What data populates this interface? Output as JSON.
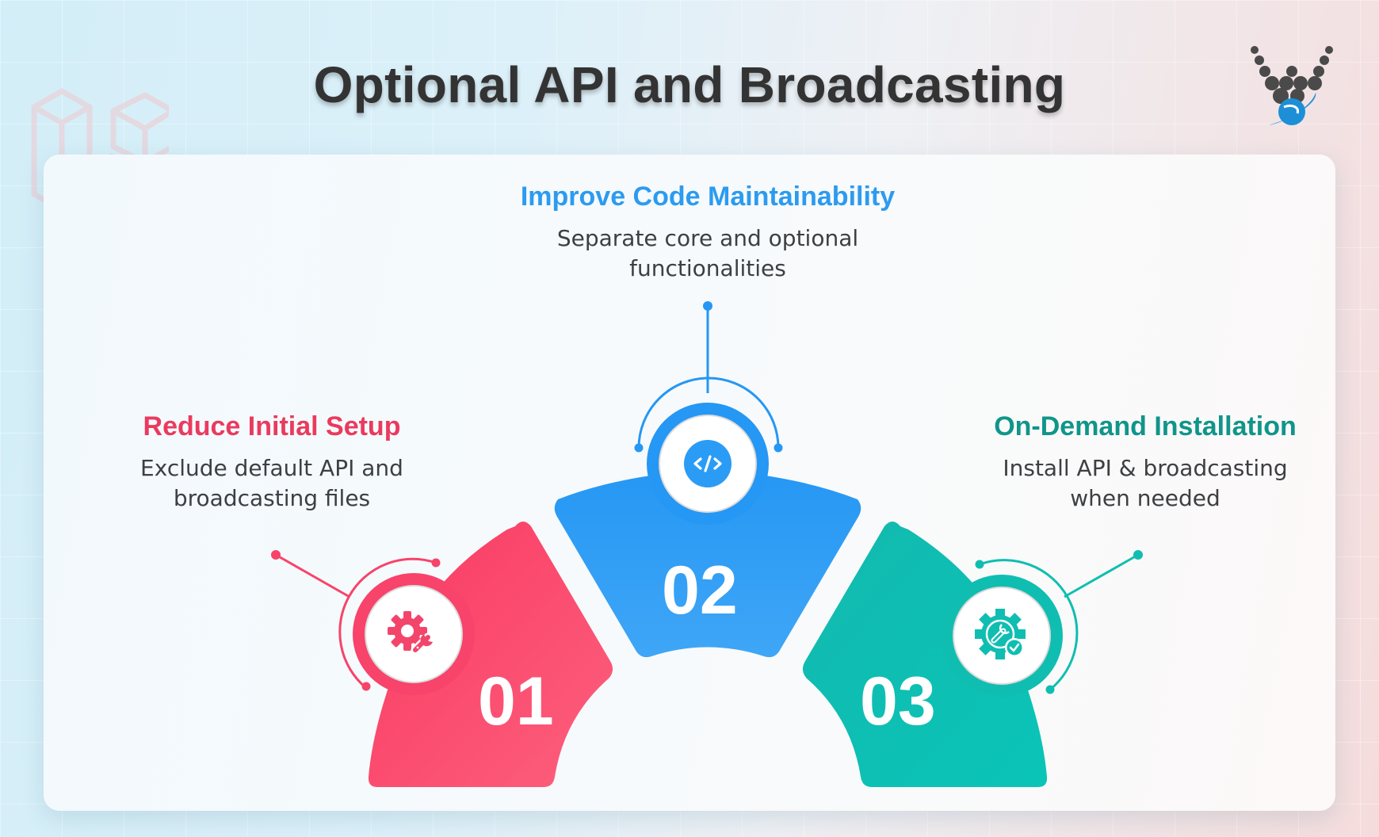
{
  "title": "Optional API and Broadcasting",
  "colors": {
    "red": "#f8436a",
    "blue": "#2b9cf5",
    "teal": "#0fbeb1",
    "heading_red": "#ea3a5e",
    "heading_blue": "#2c9bf0",
    "heading_teal": "#10958a",
    "text_dark": "#333333"
  },
  "steps": [
    {
      "number": "01",
      "heading": "Reduce Initial Setup",
      "description_line1": "Exclude default API and",
      "description_line2": "broadcasting files",
      "icon": "gear-wrench-icon"
    },
    {
      "number": "02",
      "heading": "Improve Code Maintainability",
      "description_line1": "Separate core and optional",
      "description_line2": "functionalities",
      "icon": "code-icon"
    },
    {
      "number": "03",
      "heading": "On-Demand Installation",
      "description_line1": "Install API & broadcasting",
      "description_line2": "when needed",
      "icon": "gear-wrench-check-icon"
    }
  ],
  "code_glyph": "</>"
}
